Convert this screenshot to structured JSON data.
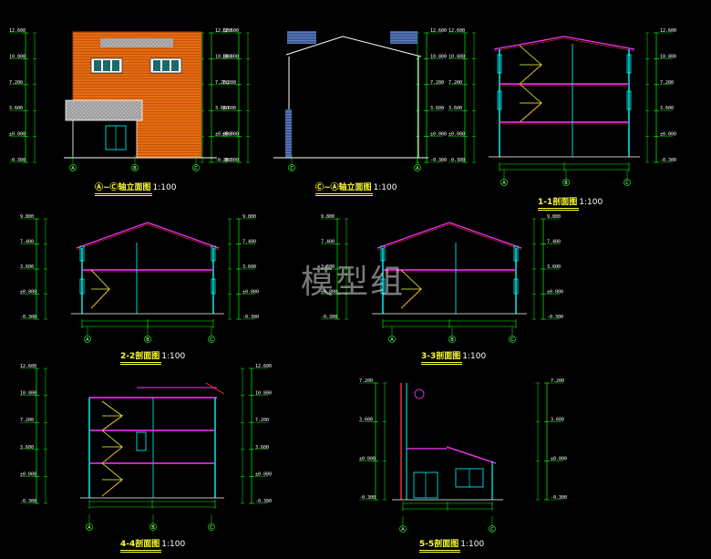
{
  "drawings": [
    {
      "id": "elev-a",
      "caption": "Ⓐ~Ⓒ轴立面图",
      "scale": "1:100",
      "axes": [
        "A",
        "B",
        "C"
      ],
      "levels": [
        "12.600",
        "10.800",
        "7.200",
        "3.600",
        "±0.000",
        "-0.300"
      ]
    },
    {
      "id": "elev-c",
      "caption": "Ⓒ~Ⓐ轴立面图",
      "scale": "1:100",
      "axes": [
        "C",
        "A"
      ],
      "levels": [
        "12.600",
        "10.800",
        "7.200",
        "3.600",
        "±0.000",
        "-0.300"
      ]
    },
    {
      "id": "sec-1",
      "caption": "1-1剖面图",
      "scale": "1:100",
      "axes": [
        "A",
        "B",
        "C"
      ],
      "levels": [
        "12.600",
        "10.800",
        "7.200",
        "3.600",
        "±0.000",
        "-0.300"
      ]
    },
    {
      "id": "sec-2",
      "caption": "2-2剖面图",
      "scale": "1:100",
      "axes": [
        "A",
        "B",
        "C"
      ],
      "levels": [
        "9.800",
        "7.400",
        "3.600",
        "±0.000",
        "-0.300"
      ]
    },
    {
      "id": "sec-3",
      "caption": "3-3剖面图",
      "scale": "1:100",
      "axes": [
        "A",
        "B",
        "C"
      ],
      "levels": [
        "9.800",
        "7.400",
        "3.600",
        "±0.000",
        "-0.300"
      ]
    },
    {
      "id": "sec-4",
      "caption": "4-4剖面图",
      "scale": "1:100",
      "axes": [
        "A",
        "B",
        "C"
      ],
      "levels": [
        "12.600",
        "10.800",
        "7.200",
        "3.600",
        "±0.000",
        "-0.300"
      ]
    },
    {
      "id": "sec-5",
      "caption": "5-5剖面图",
      "scale": "1:100",
      "axes": [
        "A",
        "C"
      ],
      "levels": [
        "7.200",
        "3.600",
        "±0.000",
        "-0.300"
      ]
    }
  ],
  "watermark": "模型组",
  "colors": {
    "background": "#000000",
    "dim": "#00ff00",
    "wall": "#00ffff",
    "struct": "#ff33ff",
    "red": "#ff3333",
    "yellow": "#ffff33",
    "facade": "#e86a10"
  }
}
